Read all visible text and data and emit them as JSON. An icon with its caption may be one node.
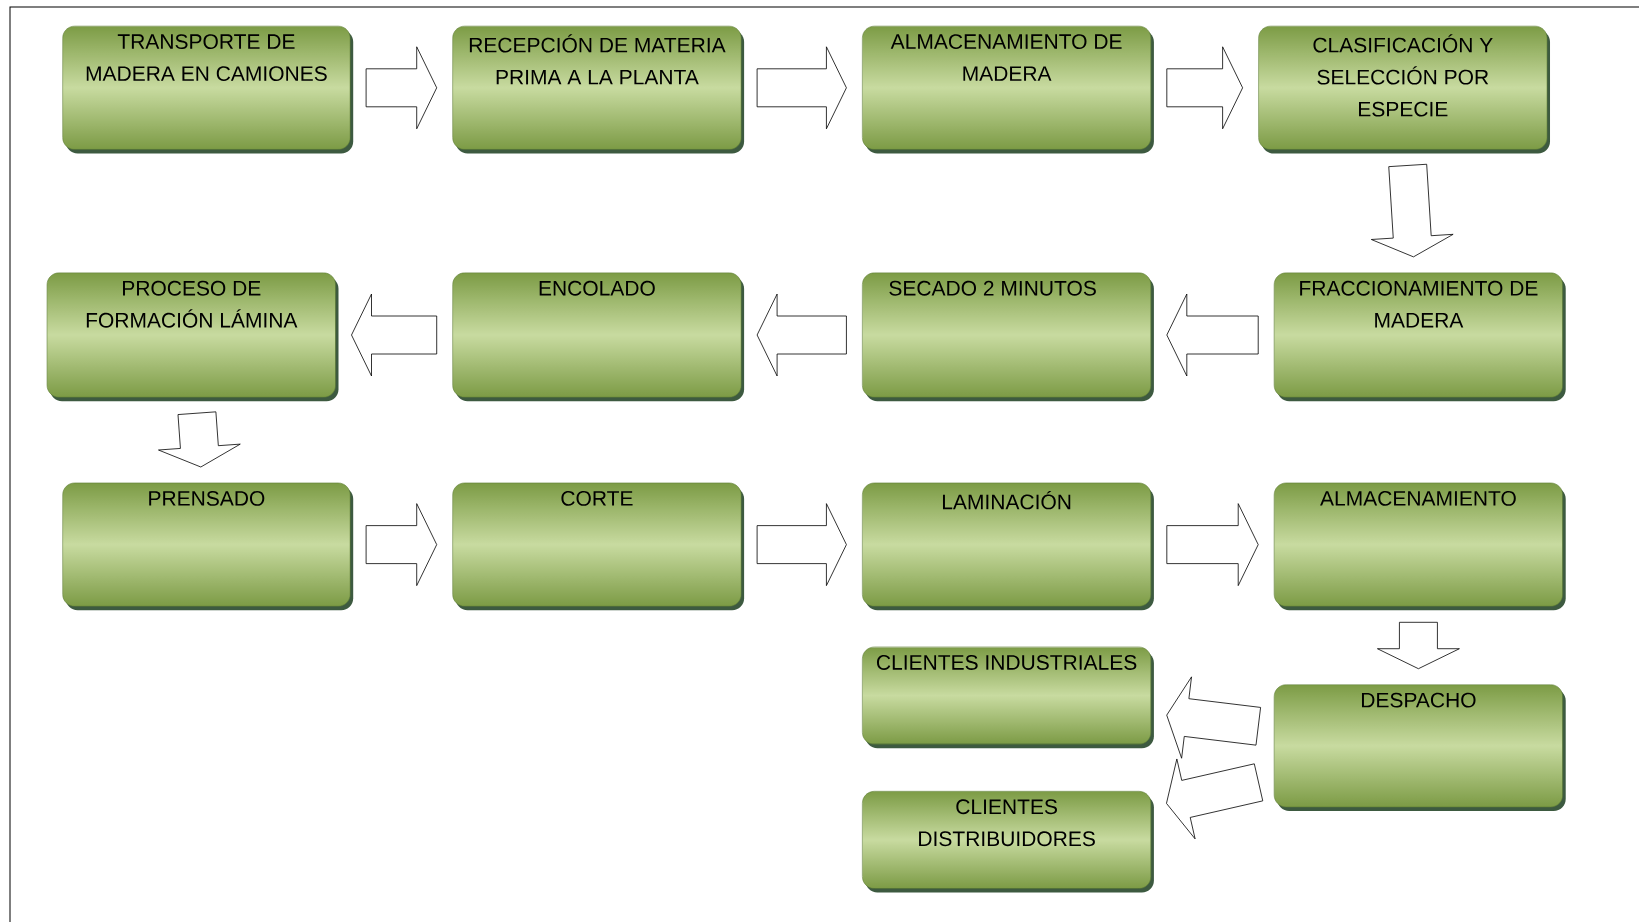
{
  "diagram": {
    "nodes": [
      {
        "text": [
          "TRANSPORTE DE MADERA EN CAMIONES"
        ]
      },
      {
        "text": [
          "RECEPCIÓN DE MATERIA PRIMA A LA PLANTA"
        ]
      },
      {
        "text": [
          "ALMACENAMIENTO DE MADERA"
        ]
      },
      {
        "text": [
          "CLASIFICACIÓN Y SELECCIÓN POR ESPECIE"
        ]
      },
      {
        "text": [
          "PROCESO DE FORMACIÓN LÁMINA"
        ]
      },
      {
        "text": [
          "ENCOLADO"
        ]
      },
      {
        "text": [
          "SECADO 2 MINUTOS"
        ]
      },
      {
        "text": [
          "FRACCIONAMIENTO DE MADERA"
        ]
      },
      {
        "text": [
          "PRENSADO"
        ]
      },
      {
        "text": [
          "CORTE"
        ]
      },
      {
        "text": [
          "LAMINACIÓN"
        ]
      },
      {
        "text": [
          "ALMACENAMIENTO"
        ]
      },
      {
        "text": [
          "CLIENTES INDUSTRIALES"
        ]
      },
      {
        "text": [
          "DESPACHO"
        ]
      },
      {
        "text": [
          "CLIENTES DISTRIBUIDORES"
        ]
      }
    ],
    "edges": [
      {
        "from": 0,
        "to": 1,
        "arrow": "to"
      },
      {
        "from": 1,
        "to": 2,
        "arrow": "to"
      },
      {
        "from": 2,
        "to": 3,
        "arrow": "to"
      },
      {
        "from": 3,
        "to": 7,
        "arrow": "to"
      },
      {
        "from": 7,
        "to": 6,
        "arrow": "to"
      },
      {
        "from": 6,
        "to": 5,
        "arrow": "to"
      },
      {
        "from": 5,
        "to": 4,
        "arrow": "to"
      },
      {
        "from": 4,
        "to": 8,
        "arrow": "to"
      },
      {
        "from": 8,
        "to": 9,
        "arrow": "to"
      },
      {
        "from": 9,
        "to": 10,
        "arrow": "to"
      },
      {
        "from": 10,
        "to": 11,
        "arrow": "to"
      },
      {
        "from": 11,
        "to": 13,
        "arrow": "to"
      },
      {
        "from": 13,
        "to": 12,
        "arrow": "to"
      },
      {
        "from": 13,
        "to": 14,
        "arrow": "to"
      }
    ]
  }
}
